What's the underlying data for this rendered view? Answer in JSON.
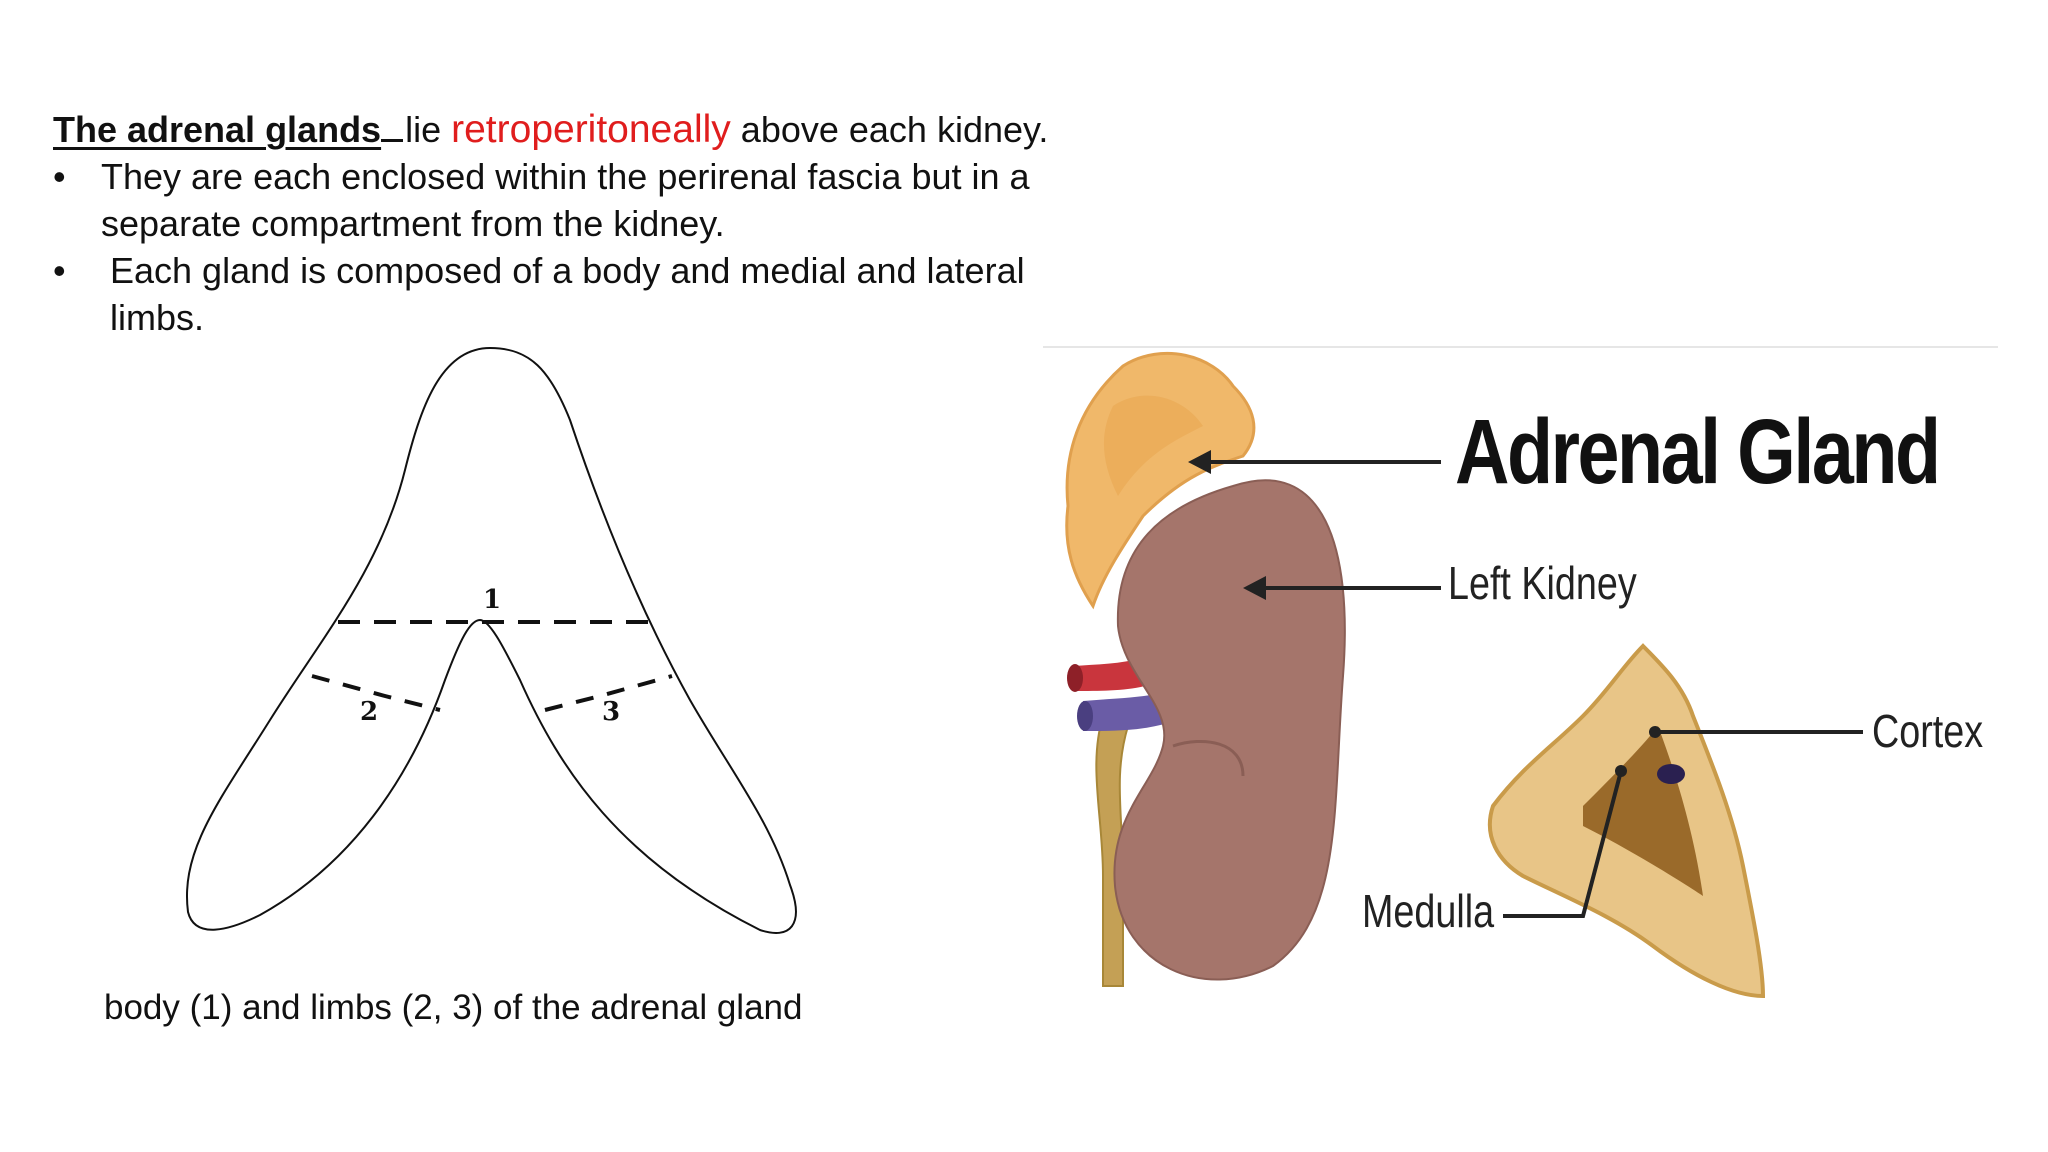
{
  "intro": {
    "heading_bold": "The adrenal glands",
    "heading_mid": "lie",
    "heading_red": "retroperitoneally",
    "heading_end": "above each kidney."
  },
  "bullets": [
    {
      "marker": "•",
      "text": "They are each enclosed within the perirenal fascia but in a"
    },
    {
      "marker": "",
      "text": "separate compartment from the kidney."
    },
    {
      "marker": "•",
      "text": "Each gland is composed of a body and medial and lateral limbs."
    }
  ],
  "diagram": {
    "labels": [
      "1",
      "2",
      "3"
    ],
    "caption": "body (1) and limbs (2, 3) of the adrenal gland"
  },
  "illustration": {
    "title": "Adrenal Gland",
    "labels": {
      "left_kidney": "Left Kidney",
      "cortex": "Cortex",
      "medulla": "Medulla"
    }
  },
  "colors": {
    "accent_red": "#e01d1d",
    "adrenal_orange": "#f0b86a",
    "kidney_brown": "#a5756b",
    "cortex_tan": "#e8c587",
    "medulla_brown": "#9a6a2a"
  }
}
